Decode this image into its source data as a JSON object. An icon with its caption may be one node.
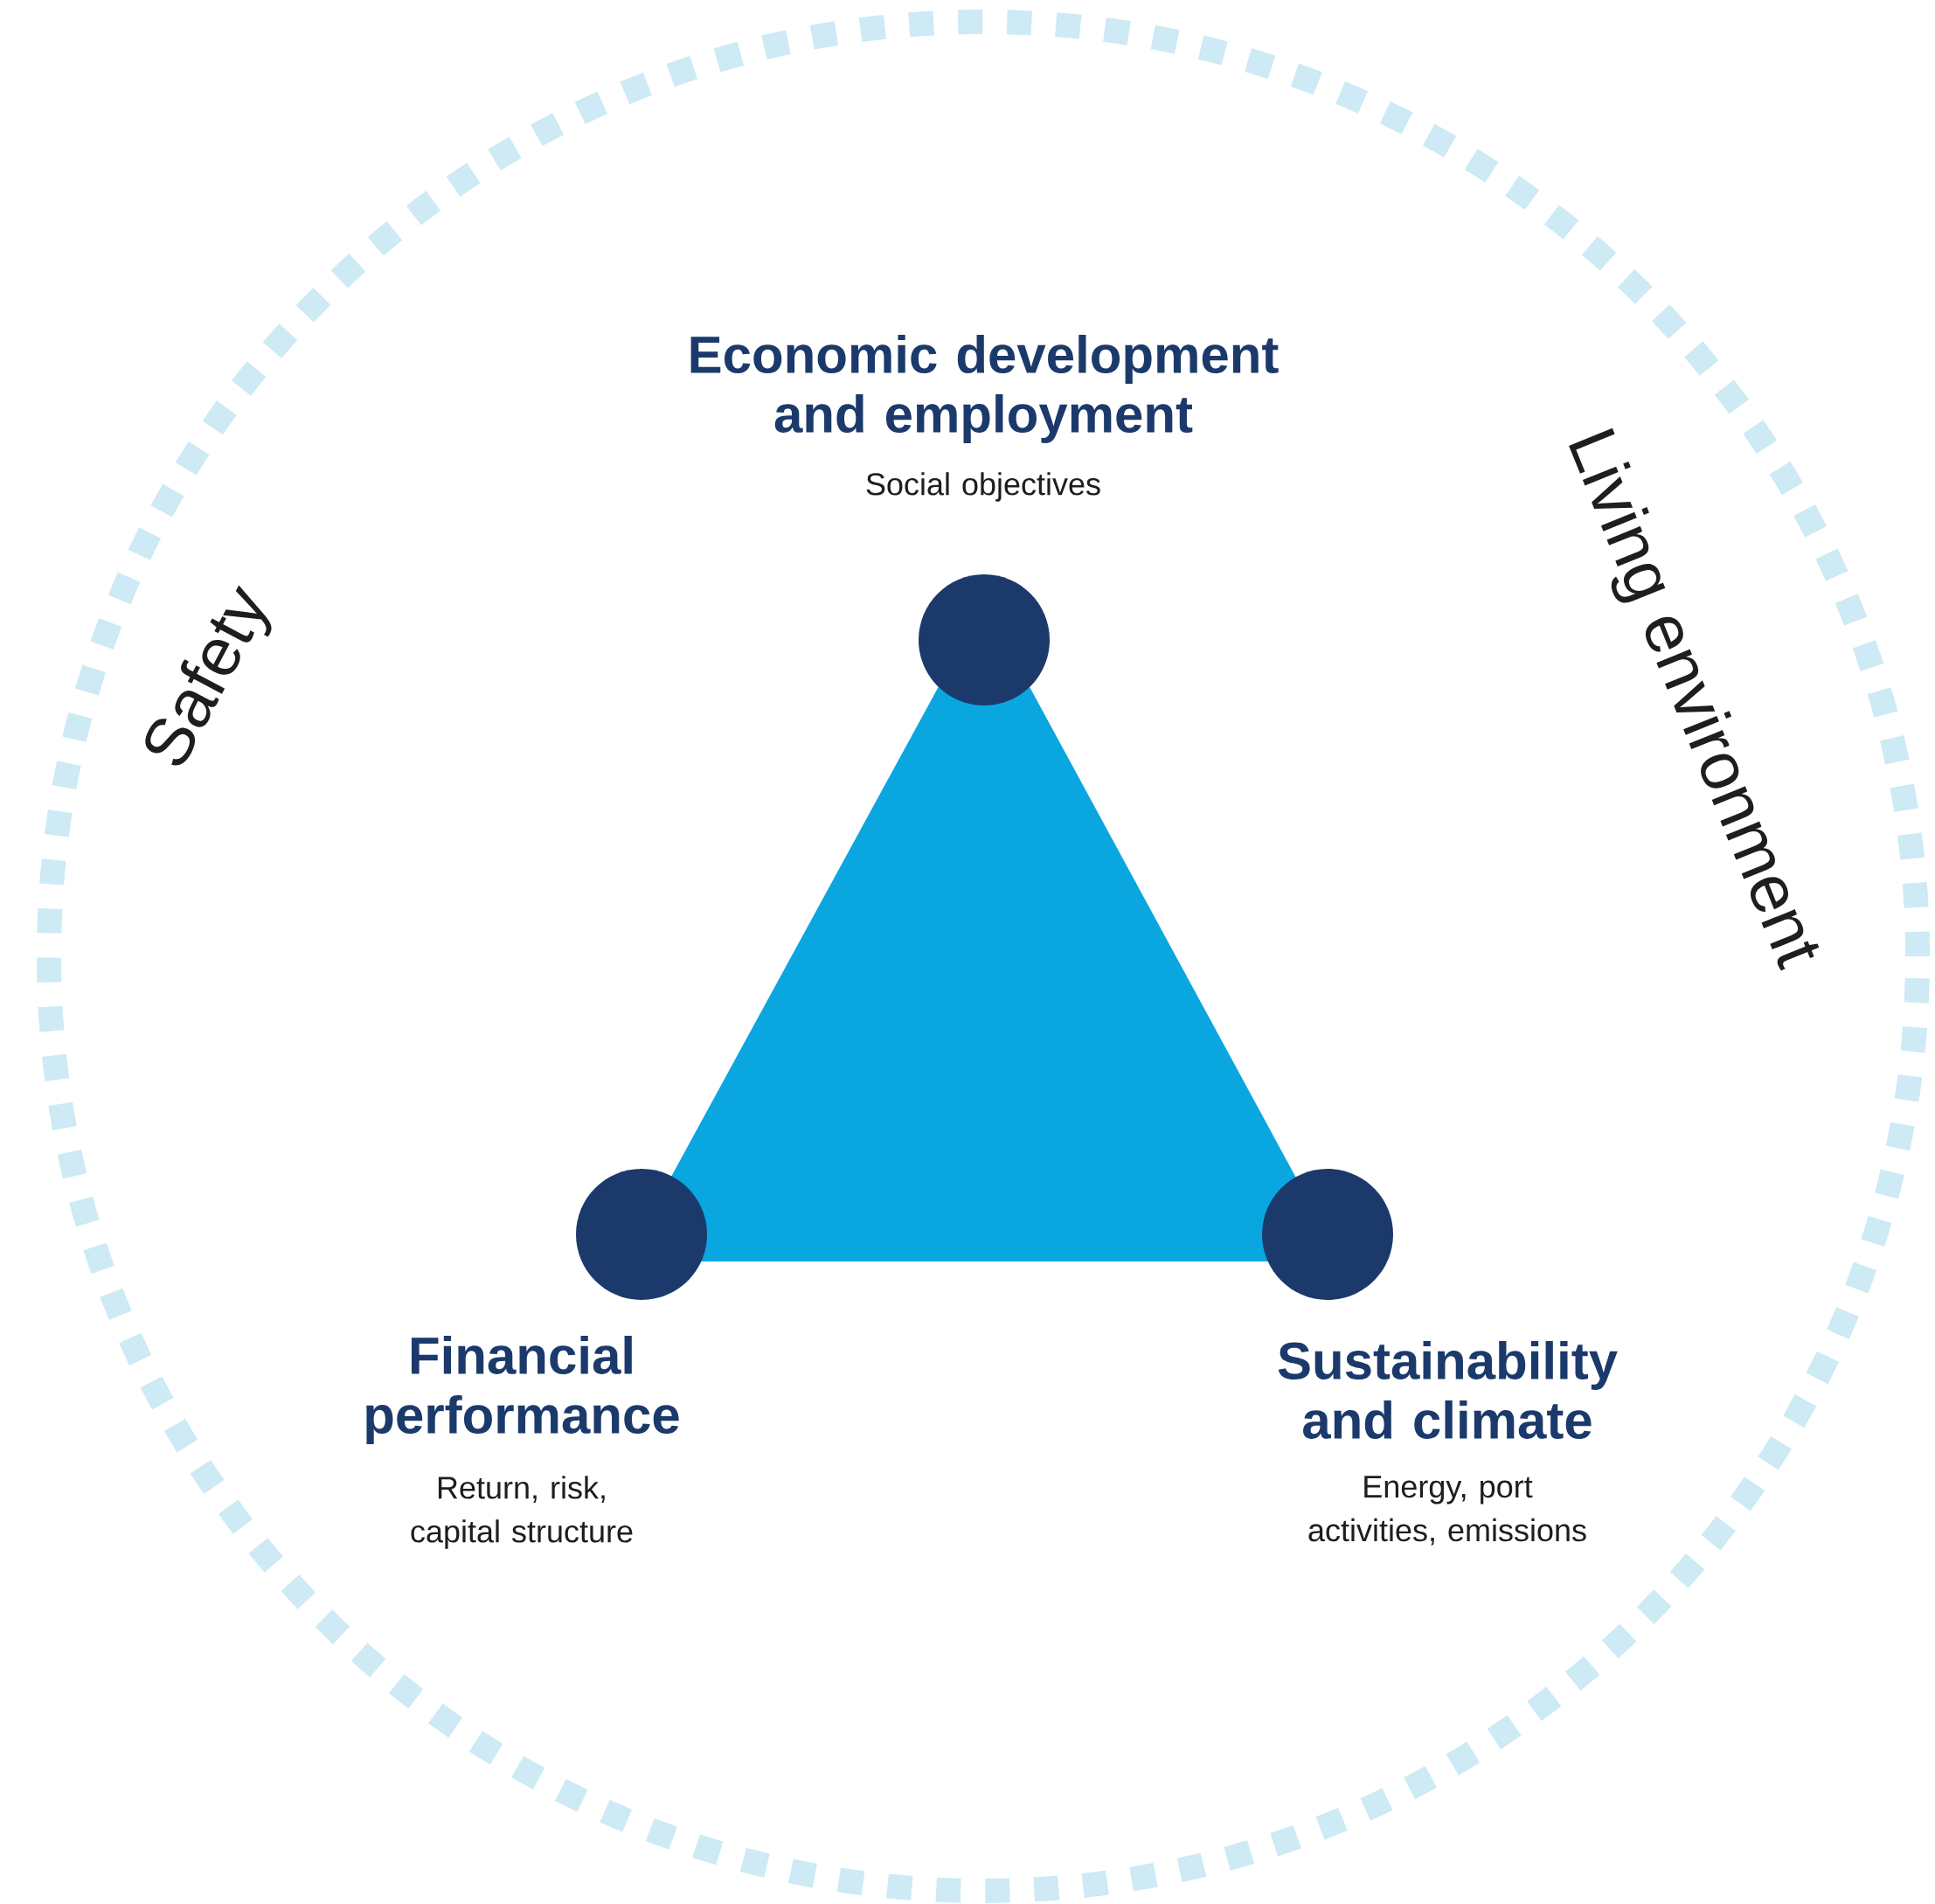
{
  "diagram": {
    "nodes": [
      {
        "text": [],
        "shape": "triangle"
      },
      {
        "text": [
          "Economic development and employment",
          "Social objectives"
        ]
      },
      {
        "text": [
          "Financial performance",
          "Return, risk, capital structure"
        ]
      },
      {
        "text": [
          "Sustainability and climate",
          "Energy, port activities, emissions"
        ]
      }
    ],
    "labels": [
      "Safety",
      "Living environment"
    ]
  }
}
